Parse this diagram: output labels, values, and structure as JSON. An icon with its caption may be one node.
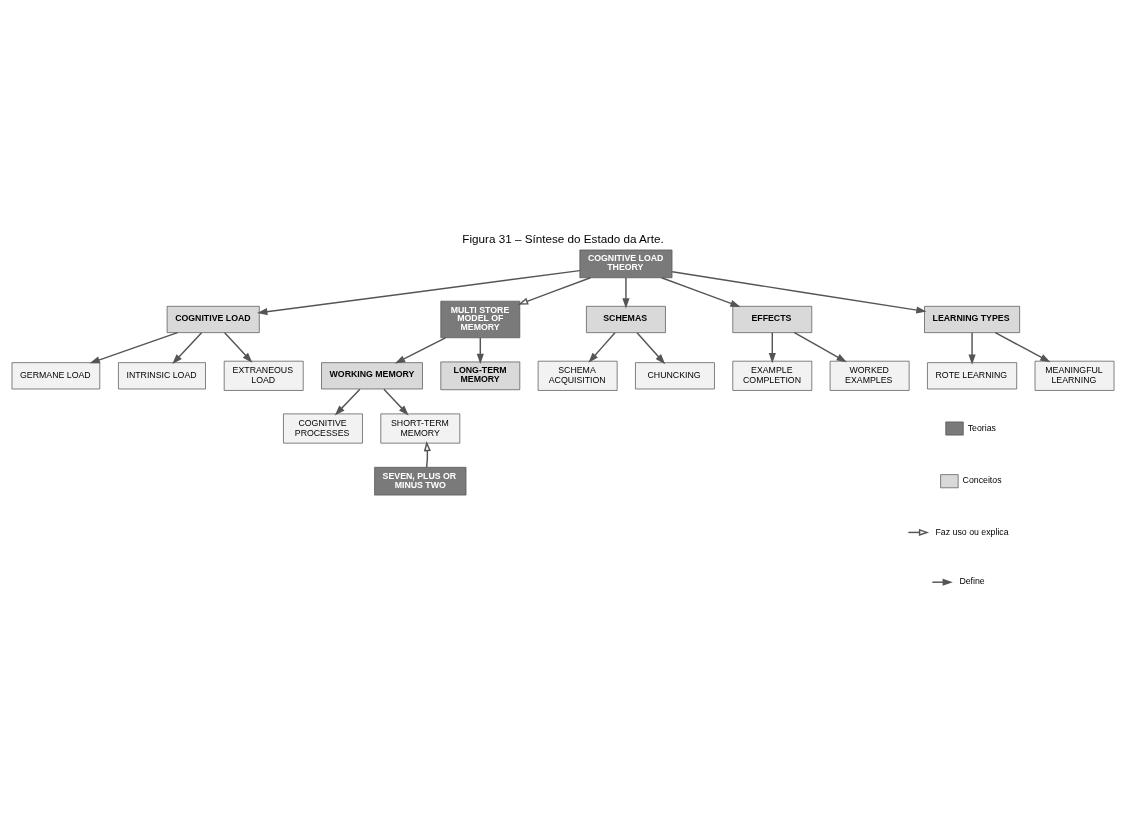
{
  "diagram": {
    "title": "Figura 31 – Síntese do Estado da Arte.",
    "nodes": [
      {
        "text": [
          "INTRINSIC LOAD"
        ]
      },
      {
        "text": [
          "EXTRANEOUS LOAD"
        ]
      },
      {
        "text": [
          "GERMANE LOAD"
        ]
      },
      {
        "text": [
          "LONG-TERM MEMORY"
        ]
      },
      {
        "text": [
          "COGNITIVE LOAD"
        ]
      },
      {
        "text": [
          "CHUNCKING"
        ]
      },
      {
        "text": [
          "MULTI STORE MODEL OF MEMORY"
        ]
      },
      {
        "text": [
          "COGNITIVE LOAD THEORY"
        ]
      },
      {
        "text": [
          "SCHEMAS"
        ]
      },
      {
        "text": [
          "SCHEMA ACQUISITION"
        ]
      },
      {
        "text": [
          "COGNITIVE PROCESSES"
        ]
      },
      {
        "text": [
          "WORKING MEMORY"
        ]
      },
      {
        "text": [
          "EFFECTS"
        ]
      },
      {
        "text": [
          "LEARNING TYPES"
        ]
      },
      {
        "text": [
          "SHORT-TERM MEMORY"
        ]
      },
      {
        "text": [
          "WORKED EXAMPLES"
        ]
      },
      {
        "text": [
          "EXAMPLE COMPLETION"
        ]
      },
      {
        "text": [
          "MEANINGFUL LEARNING"
        ]
      },
      {
        "text": [
          "ROTE LEARNING"
        ]
      },
      {
        "text": [
          "SEVEN, PLUS OR MINUS TWO"
        ]
      }
    ],
    "edges": [
      {
        "from": 4,
        "to": 0,
        "arrow": "to"
      },
      {
        "from": 4,
        "to": 1,
        "arrow": "to"
      },
      {
        "from": 4,
        "to": 2,
        "arrow": "to"
      },
      {
        "from": 6,
        "to": 3,
        "arrow": "to"
      },
      {
        "from": 7,
        "to": 4,
        "arrow": "to"
      },
      {
        "from": 7,
        "to": 6,
        "arrow": "to"
      },
      {
        "from": 7,
        "to": 8,
        "arrow": "to"
      },
      {
        "from": 8,
        "to": 5,
        "arrow": "to"
      },
      {
        "from": 8,
        "to": 9,
        "arrow": "to"
      },
      {
        "from": 6,
        "to": 11,
        "arrow": "to"
      },
      {
        "from": 11,
        "to": 10,
        "arrow": "to"
      },
      {
        "from": 11,
        "to": 14,
        "arrow": "to"
      },
      {
        "from": 7,
        "to": 12,
        "arrow": "to"
      },
      {
        "from": 7,
        "to": 13,
        "arrow": "to"
      },
      {
        "from": 12,
        "to": 15,
        "arrow": "to"
      },
      {
        "from": 12,
        "to": 16,
        "arrow": "to"
      },
      {
        "from": 13,
        "to": 17,
        "arrow": "to"
      },
      {
        "from": 13,
        "to": 18,
        "arrow": "to"
      },
      {
        "from": 19,
        "to": 14,
        "arrow": "to"
      }
    ],
    "legend": [
      {
        "text": "Teorias",
        "color": "#7a7a7a"
      },
      {
        "text": "Conceitos",
        "color": "#d9d9d9"
      },
      {
        "text": "Faz uso ou explica"
      },
      {
        "text": "Define"
      }
    ]
  }
}
